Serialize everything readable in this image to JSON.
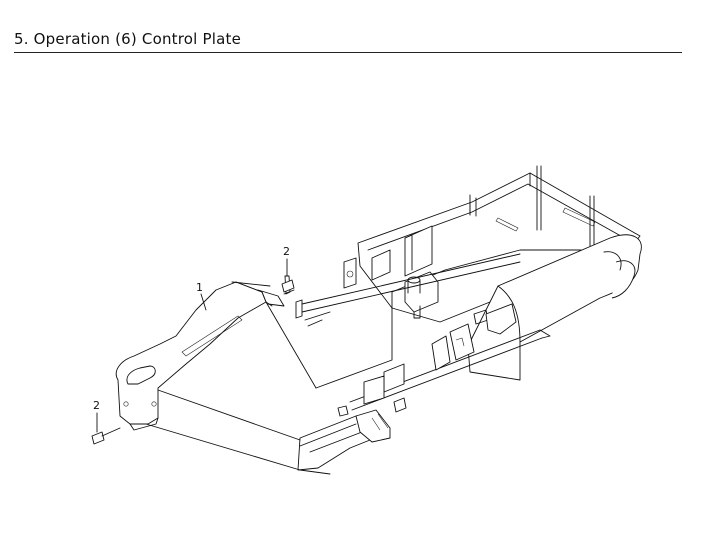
{
  "header": {
    "title": "5. Operation (6) Control Plate"
  },
  "callouts": [
    {
      "id": "part-1",
      "label": "1"
    },
    {
      "id": "part-2-top",
      "label": "2"
    },
    {
      "id": "part-2-bottom",
      "label": "2"
    }
  ]
}
